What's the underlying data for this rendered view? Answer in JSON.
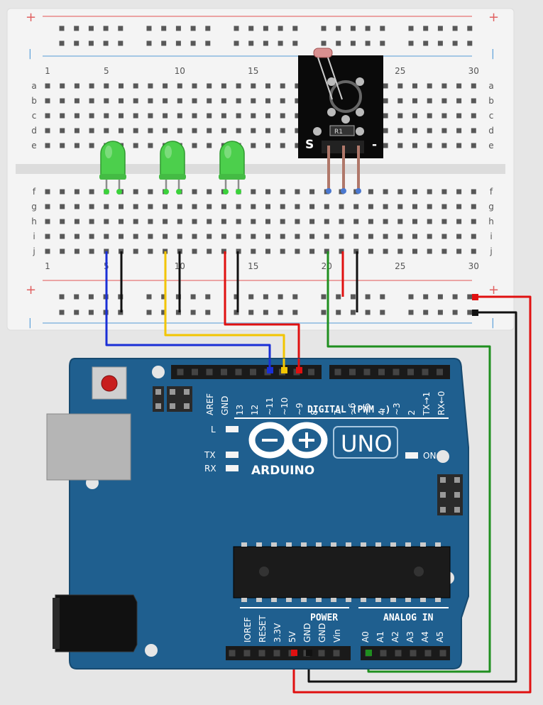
{
  "breadboard": {
    "plus_symbol": "+",
    "minus_symbol": "|",
    "column_numbers": [
      "1",
      "5",
      "10",
      "15",
      "20",
      "25",
      "30"
    ],
    "row_letters_top": [
      "a",
      "b",
      "c",
      "d",
      "e"
    ],
    "row_letters_bottom": [
      "f",
      "g",
      "h",
      "i",
      "j"
    ]
  },
  "sensor_module": {
    "pin_s_label": "S",
    "pin_minus_label": "-",
    "resistor_label": "R1"
  },
  "arduino": {
    "logo_text": "ARDUINO",
    "model_text": "UNO",
    "on_label": "ON",
    "l_label": "L",
    "tx_label": "TX",
    "rx_label": "RX",
    "digital_title": "DIGITAL (PWM ~)",
    "digital_pins": [
      "AREF",
      "GND",
      "13",
      "12",
      "~11",
      "~10",
      "~9",
      "8",
      "7",
      "~6",
      "~5",
      "4",
      "~3",
      "2",
      "TX→1",
      "RX←0"
    ],
    "power_title": "POWER",
    "power_pins": [
      "IOREF",
      "RESET",
      "3.3V",
      "5V",
      "GND",
      "GND",
      "Vin"
    ],
    "analog_title": "ANALOG IN",
    "analog_pins": [
      "A0",
      "A1",
      "A2",
      "A3",
      "A4",
      "A5"
    ]
  },
  "colors": {
    "board_blue": "#1f5f8f",
    "breadboard": "#f4f4f4",
    "led_green": "#3fc13f",
    "wire_blue": "#1a2fd6",
    "wire_yellow": "#f2c500",
    "wire_red": "#e01010",
    "wire_black": "#111111",
    "wire_green": "#1f8f1f",
    "rail_red": "#e88a8a",
    "rail_blue": "#8ab8e0"
  }
}
